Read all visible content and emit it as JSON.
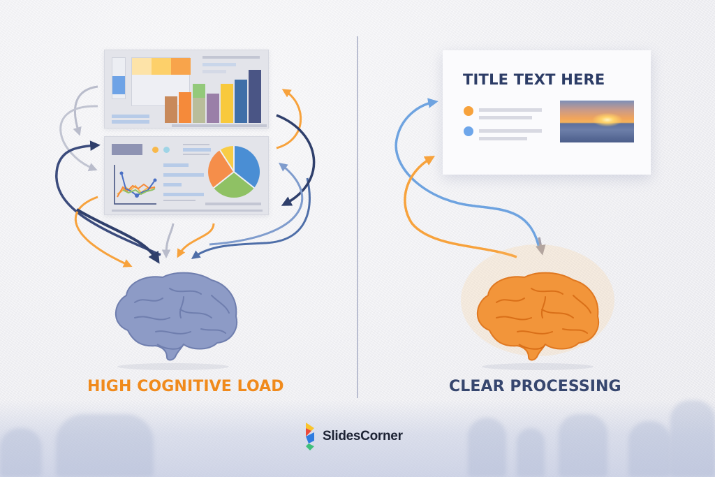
{
  "left_panel": {
    "label": "HIGH COGNITIVE LOAD",
    "label_color": "#f08a1c",
    "brain_color": "#8d9bc6",
    "dashboard": {
      "top_bar_chart_colors": [
        "#c8895a",
        "#f58a3a",
        "#b9bd9a",
        "#9a7fa8",
        "#f8c93c",
        "#3f6fa8",
        "#4a5585"
      ],
      "top_bar_chart_heights": [
        38,
        44,
        56,
        40,
        54,
        62,
        74
      ],
      "header_swatches": [
        "#fde3a8",
        "#fdd06a",
        "#f8a44b"
      ],
      "pie_slices": [
        {
          "color": "#4a8ed4",
          "percent": 36
        },
        {
          "color": "#8fc164",
          "percent": 30
        },
        {
          "color": "#f58e4a",
          "percent": 22
        },
        {
          "color": "#f8cc45",
          "percent": 12
        }
      ],
      "legend_dots": [
        "#f8b84a",
        "#9fd4e6"
      ]
    },
    "arrow_colors": [
      "#2f3f6b",
      "#f7a23c",
      "#b9bccb",
      "#4e6ea8"
    ]
  },
  "right_panel": {
    "label": "CLEAR PROCESSING",
    "label_color": "#36466e",
    "brain_color": "#f2953a",
    "slide": {
      "title": "TITLE TEXT HERE",
      "bullets": [
        {
          "color": "#f7a23c"
        },
        {
          "color": "#6ea6ea"
        }
      ],
      "image_alt": "sunset over sea"
    },
    "arrow_colors": [
      "#6ea3e0",
      "#f7a23c"
    ]
  },
  "footer": {
    "brand": "SlidesCorner",
    "logo_colors": [
      "#f9c42c",
      "#ec4a3a",
      "#2f7ce0",
      "#3fbf7a"
    ]
  }
}
